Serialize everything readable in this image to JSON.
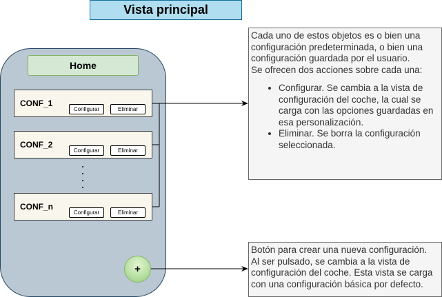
{
  "title": "Vista principal",
  "home_label": "Home",
  "configs": [
    {
      "name": "CONF_1",
      "configure": "Configurar",
      "delete": "Eliminar"
    },
    {
      "name": "CONF_2",
      "configure": "Configurar",
      "delete": "Eliminar"
    },
    {
      "name": "CONF_n",
      "configure": "Configurar",
      "delete": "Eliminar"
    }
  ],
  "add_button_label": "+",
  "note_configs": {
    "intro_lines": [
      "Cada uno de estos objetos es o bien una",
      "configuración predeterminada, o bien una",
      "configuración guardada por el usuario.",
      "Se ofrecen dos acciones sobre cada una:"
    ],
    "bullets": [
      "Configurar. Se cambia a la vista de configuración del coche, la cual se carga con las opciones guardadas en esa personalización.",
      "Eliminar. Se borra la configuración seleccionada."
    ]
  },
  "note_add": {
    "lines": [
      "Botón para crear una nueva configuración.",
      "Al ser pulsado, se cambia a la vista de",
      "configuración del coche. Esta vista se carga",
      "con una configuración básica por defecto."
    ]
  },
  "colors": {
    "title_fill": "#b1ddf0",
    "phone_fill": "#bac8d3",
    "home_fill": "#d5e8d4",
    "conf_fill": "#f9f7ed",
    "plus_fill": "#97d077",
    "note_fill": "#f5f5f5"
  }
}
